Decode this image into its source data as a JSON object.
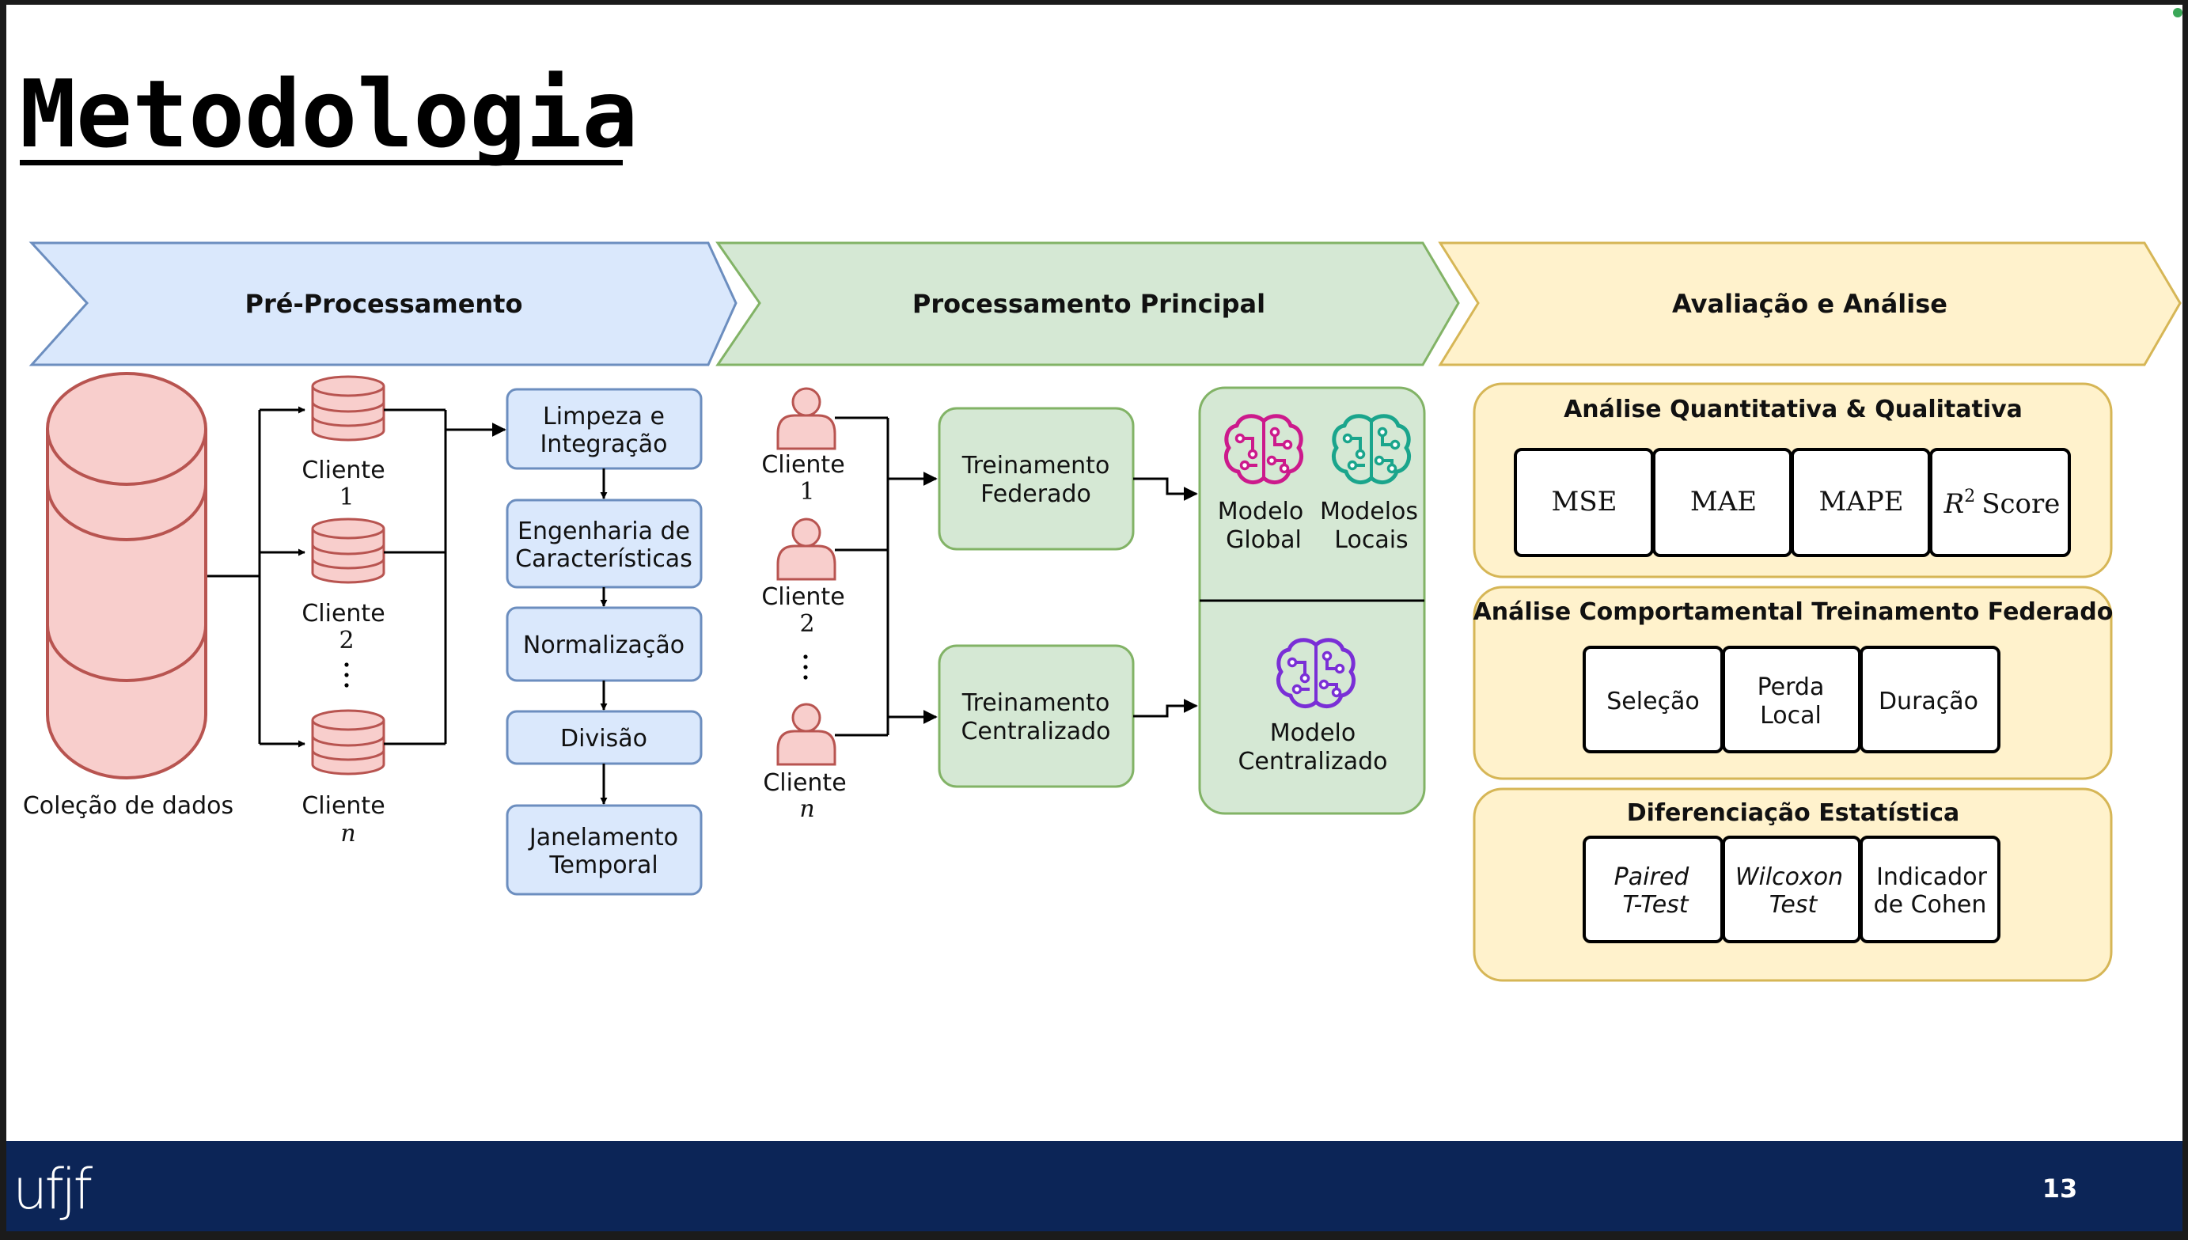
{
  "slide": {
    "title": "Metodologia",
    "page_number": "13",
    "logo_text": "ufjf"
  },
  "phases": {
    "pre": "Pré-Processamento",
    "main": "Processamento Principal",
    "eval": "Avaliação e Análise"
  },
  "pre_processing": {
    "collection_label": "Coleção de dados",
    "client_word": "Cliente",
    "client_ids": [
      "1",
      "2",
      "n"
    ],
    "steps": [
      [
        "Limpeza e",
        "Integração"
      ],
      [
        "Engenharia de",
        "Características"
      ],
      [
        "Normalização"
      ],
      [
        "Divisão"
      ],
      [
        "Janelamento",
        "Temporal"
      ]
    ]
  },
  "main_processing": {
    "client_word": "Cliente",
    "client_ids": [
      "1",
      "2",
      "n"
    ],
    "federated": [
      "Treinamento",
      "Federado"
    ],
    "centralized": [
      "Treinamento",
      "Centralizado"
    ],
    "global_model": [
      "Modelo",
      "Global"
    ],
    "local_models": [
      "Modelos",
      "Locais"
    ],
    "central_model": [
      "Modelo",
      "Centralizado"
    ]
  },
  "evaluation": {
    "quant": {
      "title": "Análise Quantitativa & Qualitativa",
      "metrics": [
        "MSE",
        "MAE",
        "MAPE"
      ],
      "r2_base": "R",
      "r2_exp": "2",
      "r2_word": "Score"
    },
    "behavior": {
      "title": "Análise Comportamental Treinamento Federado",
      "items": [
        [
          "Seleção"
        ],
        [
          "Perda",
          "Local"
        ],
        [
          "Duração"
        ]
      ]
    },
    "stats": {
      "title": "Diferenciação Estatística",
      "items": [
        [
          "Paired",
          "T-Test"
        ],
        [
          "Wilcoxon",
          "Test"
        ],
        [
          "Indicador",
          "de Cohen"
        ]
      ]
    }
  },
  "colors": {
    "navy": "#0c2557",
    "blue_fill": "#dae8fc",
    "blue_stroke": "#6c8ebf",
    "green_fill": "#d5e8d4",
    "green_stroke": "#82b366",
    "yellow_fill": "#fff2cc",
    "yellow_stroke": "#d6b656",
    "red_fill": "#f8cecc",
    "red_stroke": "#b85450",
    "brain_magenta": "#cc1a8c",
    "brain_teal": "#1aa58c",
    "brain_purple": "#7a2fd6"
  }
}
